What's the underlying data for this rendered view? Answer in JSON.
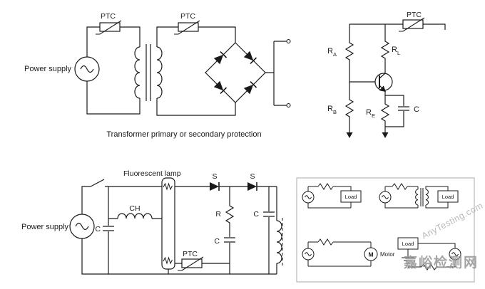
{
  "colors": {
    "stroke": "#1a1a1a",
    "watermark_gray": "#9b9b9b",
    "panel_border": "#a9a9a9"
  },
  "transformer_circuit": {
    "power_supply_label": "Power supply",
    "ptc_primary_label": "PTC",
    "ptc_secondary_label": "PTC",
    "caption": "Transformer primary or secondary protection"
  },
  "transistor_circuit": {
    "ptc_label": "PTC",
    "resistor_a": {
      "base": "R",
      "sub": "A"
    },
    "resistor_l": {
      "base": "R",
      "sub": "L"
    },
    "resistor_b": {
      "base": "R",
      "sub": "B"
    },
    "resistor_e": {
      "base": "R",
      "sub": "E"
    },
    "capacitor_label": "C"
  },
  "lamp_circuit": {
    "power_supply_label": "Power supply",
    "lamp_label": "Fluorescent lamp",
    "switch_s1_label": "S",
    "switch_s2_label": "S",
    "choke_label": "CH",
    "capacitor_input_label": "C",
    "resistor_label": "R",
    "capacitor_mid_label": "C",
    "capacitor_right_label": "C",
    "ptc_label": "PTC"
  },
  "examples_panel": {
    "load1_label": "Load",
    "load2_label": "Load",
    "motor_symbol": "M",
    "motor_label": "Motor",
    "load3_label": "Load",
    "watermark_cn": "嘉峪检测网",
    "watermark_en": "AnyTesting.com"
  }
}
